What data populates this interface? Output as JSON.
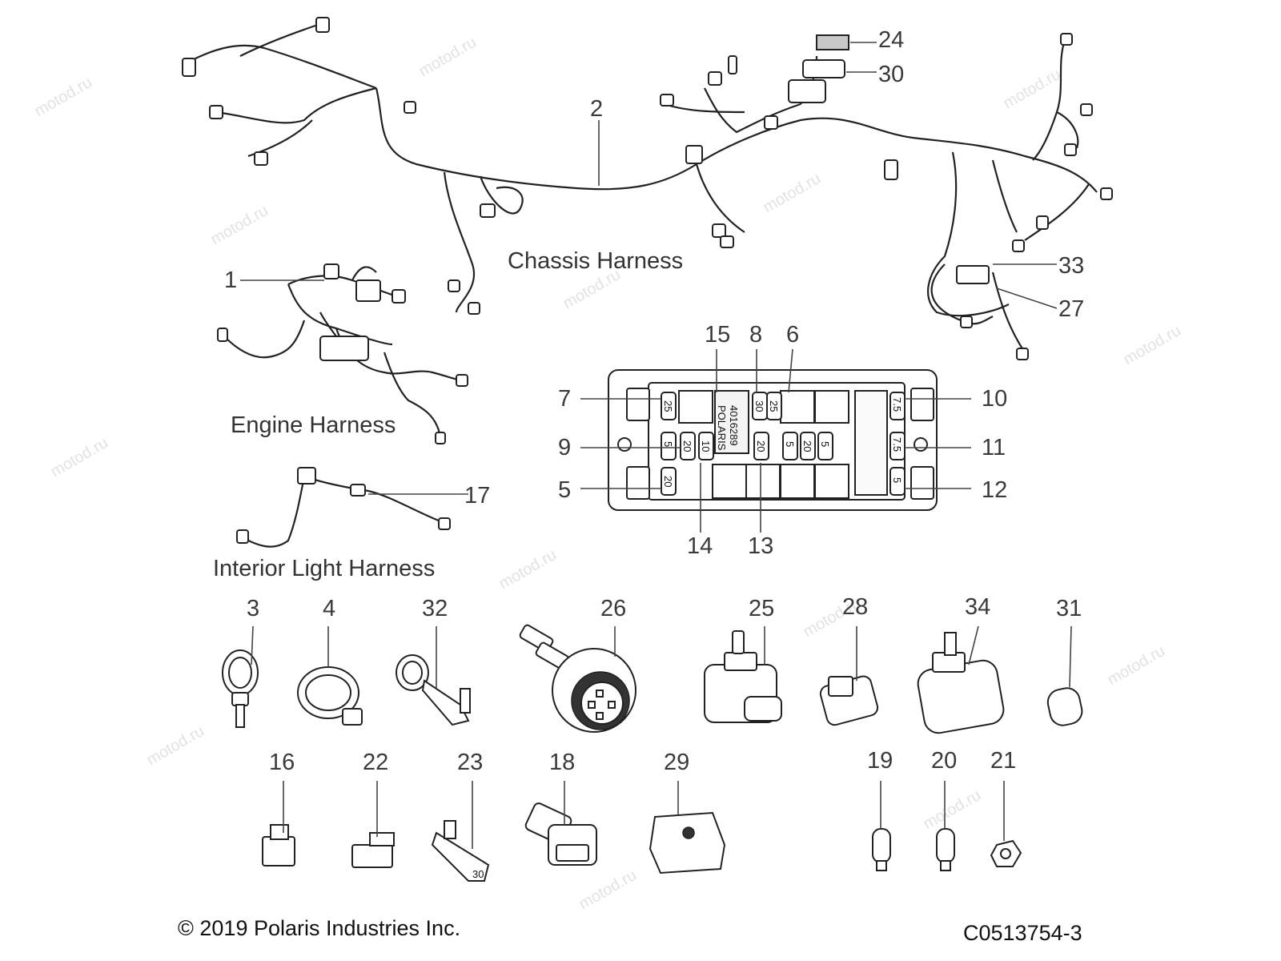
{
  "watermark": "motod.ru",
  "harness_labels": {
    "chassis": "Chassis Harness",
    "engine": "Engine Harness",
    "interior": "Interior Light Harness"
  },
  "callouts": [
    {
      "id": "2",
      "text": "2"
    },
    {
      "id": "24",
      "text": "24"
    },
    {
      "id": "30",
      "text": "30"
    },
    {
      "id": "33",
      "text": "33"
    },
    {
      "id": "27",
      "text": "27"
    },
    {
      "id": "1",
      "text": "1"
    },
    {
      "id": "17",
      "text": "17"
    },
    {
      "id": "15",
      "text": "15"
    },
    {
      "id": "8",
      "text": "8"
    },
    {
      "id": "6",
      "text": "6"
    },
    {
      "id": "7",
      "text": "7"
    },
    {
      "id": "10",
      "text": "10"
    },
    {
      "id": "9",
      "text": "9"
    },
    {
      "id": "11",
      "text": "11"
    },
    {
      "id": "5",
      "text": "5"
    },
    {
      "id": "12",
      "text": "12"
    },
    {
      "id": "14",
      "text": "14"
    },
    {
      "id": "13",
      "text": "13"
    },
    {
      "id": "3",
      "text": "3"
    },
    {
      "id": "4",
      "text": "4"
    },
    {
      "id": "32",
      "text": "32"
    },
    {
      "id": "26",
      "text": "26"
    },
    {
      "id": "25",
      "text": "25"
    },
    {
      "id": "28",
      "text": "28"
    },
    {
      "id": "34",
      "text": "34"
    },
    {
      "id": "31",
      "text": "31"
    },
    {
      "id": "16",
      "text": "16"
    },
    {
      "id": "22",
      "text": "22"
    },
    {
      "id": "23",
      "text": "23"
    },
    {
      "id": "18",
      "text": "18"
    },
    {
      "id": "29",
      "text": "29"
    },
    {
      "id": "19",
      "text": "19"
    },
    {
      "id": "20",
      "text": "20"
    },
    {
      "id": "21",
      "text": "21"
    }
  ],
  "fuse_box": {
    "brand_lines": [
      "POLARIS",
      "4016289"
    ],
    "fuse_values": {
      "f7": "25",
      "f8": "30",
      "f8b": "25",
      "f10": "7.5",
      "f9": "5",
      "f14": "10",
      "f13": "20",
      "fa": "5",
      "fb": "20",
      "fc": "5",
      "f11": "7.5",
      "f5": "20",
      "f12": "5",
      "f20b": "20"
    }
  },
  "fuse_23_label": "30",
  "copyright": "© 2019 Polaris Industries Inc.",
  "part_code": "C0513754-3"
}
